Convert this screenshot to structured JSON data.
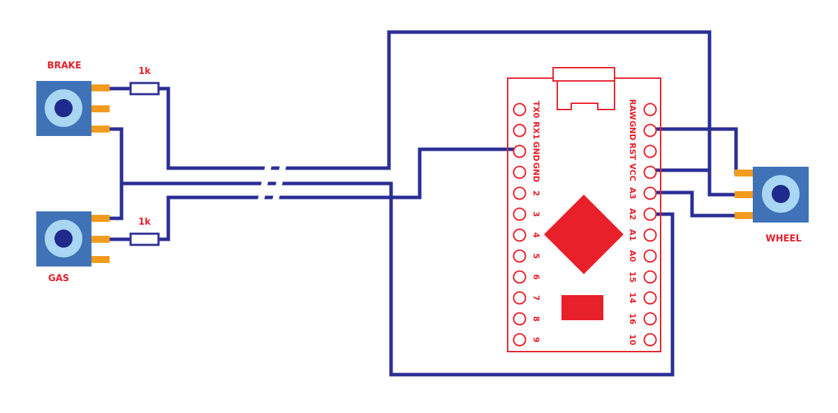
{
  "labels": {
    "brake": "BRAKE",
    "gas": "GAS",
    "wheel": "WHEEL",
    "resistor_top": "1k",
    "resistor_bottom": "1k"
  },
  "board": {
    "left_pins": [
      "TX0",
      "RX1",
      "GND",
      "GND",
      "2",
      "3",
      "4",
      "5",
      "6",
      "7",
      "8",
      "9"
    ],
    "right_pins": [
      "RAW",
      "GND",
      "RST",
      "VCC",
      "A3",
      "A2",
      "A1",
      "A0",
      "15",
      "14",
      "16",
      "10"
    ]
  },
  "colors": {
    "wire": "#2b2f95",
    "board": "#e8202a",
    "label": "#e8202a",
    "pot_body": "#3f72b6",
    "pot_ring": "#a9d6f2",
    "pot_knob": "#1f2a8c",
    "pot_pin": "#f39b1e"
  }
}
